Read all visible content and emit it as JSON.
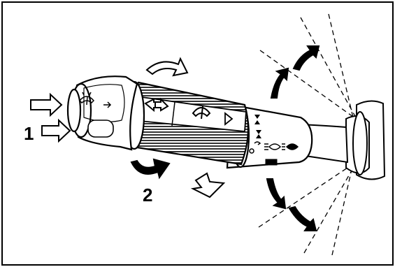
{
  "figure": {
    "callouts": [
      {
        "id": "1",
        "text": "1"
      },
      {
        "id": "2",
        "text": "2"
      }
    ],
    "colors": {
      "ink": "#000000",
      "paper": "#ffffff"
    },
    "icons": [
      "wash-wipe-symbol-icon",
      "arrow-right-icon",
      "wiper-symbol-icon",
      "turn-signal-symbol-icon",
      "low-beam-symbol-icon",
      "high-beam-symbol-icon"
    ]
  }
}
